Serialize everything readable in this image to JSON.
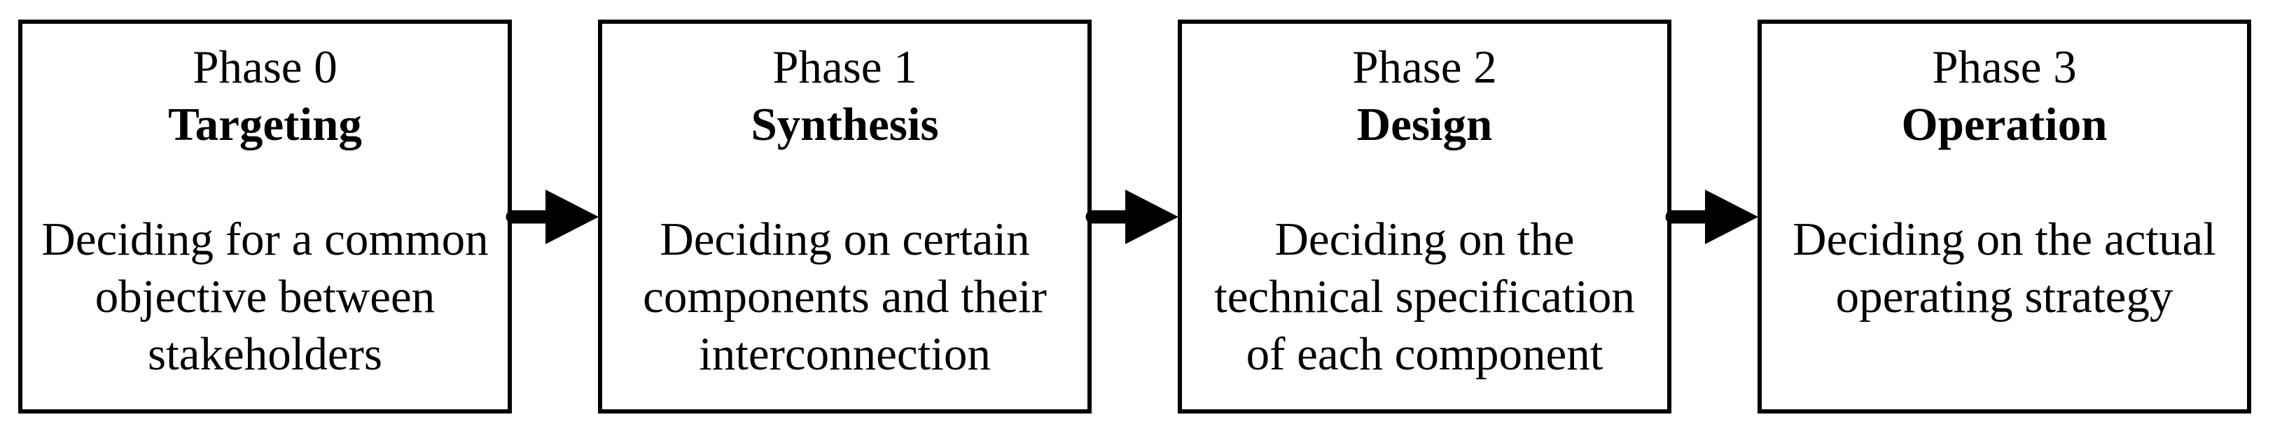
{
  "diagram": {
    "phases": [
      {
        "title": "Phase 0",
        "name": "Targeting",
        "description": "Deciding for a common\nobjective between\nstakeholders"
      },
      {
        "title": "Phase 1",
        "name": "Synthesis",
        "description": "Deciding on certain\ncomponents and their\ninterconnection"
      },
      {
        "title": "Phase 2",
        "name": "Design",
        "description": "Deciding on the\ntechnical specification\nof each component"
      },
      {
        "title": "Phase 3",
        "name": "Operation",
        "description": "Deciding on the actual\noperating strategy"
      }
    ],
    "connector_icon": "right-arrow",
    "colors": {
      "box_border": "#000000",
      "box_background": "#ffffff",
      "text": "#000000",
      "arrow": "#000000",
      "page_background": "#ffffff"
    }
  }
}
